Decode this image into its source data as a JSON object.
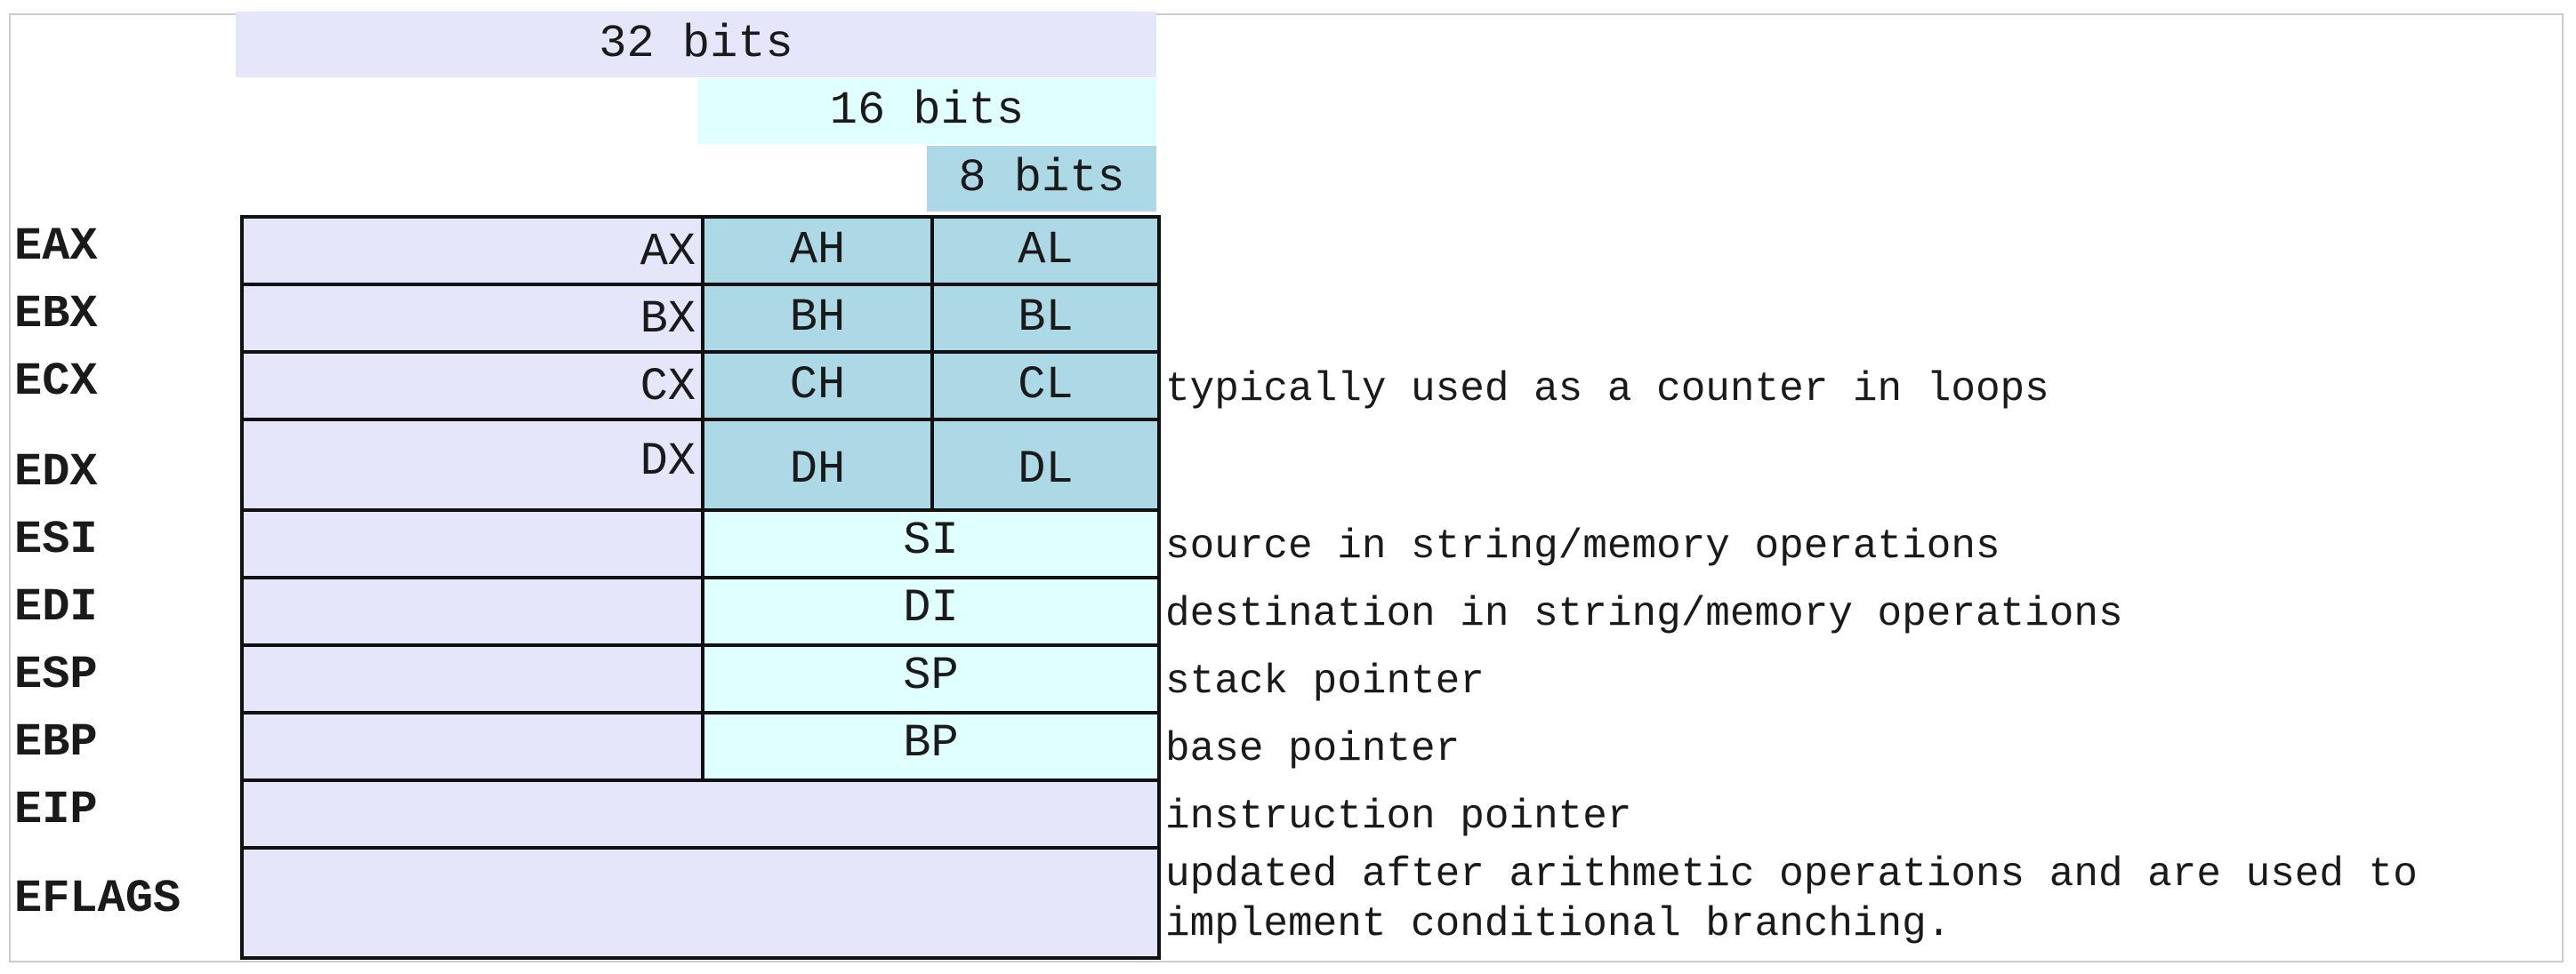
{
  "headers": {
    "bits32": "32 bits",
    "bits16": "16 bits",
    "bits8": "8 bits"
  },
  "registers": [
    {
      "name": "EAX",
      "low16": "AX",
      "high8": "AH",
      "low8": "AL",
      "description": ""
    },
    {
      "name": "EBX",
      "low16": "BX",
      "high8": "BH",
      "low8": "BL",
      "description": ""
    },
    {
      "name": "ECX",
      "low16": "CX",
      "high8": "CH",
      "low8": "CL",
      "description": "typically used as a counter in loops"
    },
    {
      "name": "EDX",
      "low16": "DX",
      "high8": "DH",
      "low8": "DL",
      "description": ""
    },
    {
      "name": "ESI",
      "low16": "SI",
      "description": "source in string/memory operations"
    },
    {
      "name": "EDI",
      "low16": "DI",
      "description": "destination in string/memory operations"
    },
    {
      "name": "ESP",
      "low16": "SP",
      "description": "stack pointer"
    },
    {
      "name": "EBP",
      "low16": "BP",
      "description": "base pointer"
    },
    {
      "name": "EIP",
      "description": "instruction pointer"
    },
    {
      "name": "EFLAGS",
      "description": "updated after arithmetic operations and are used to implement conditional branching."
    }
  ],
  "colors": {
    "lavender": "#e6e6fa",
    "light_blue": "#add8e6",
    "light_cyan": "#e0ffff",
    "border": "#111111"
  }
}
